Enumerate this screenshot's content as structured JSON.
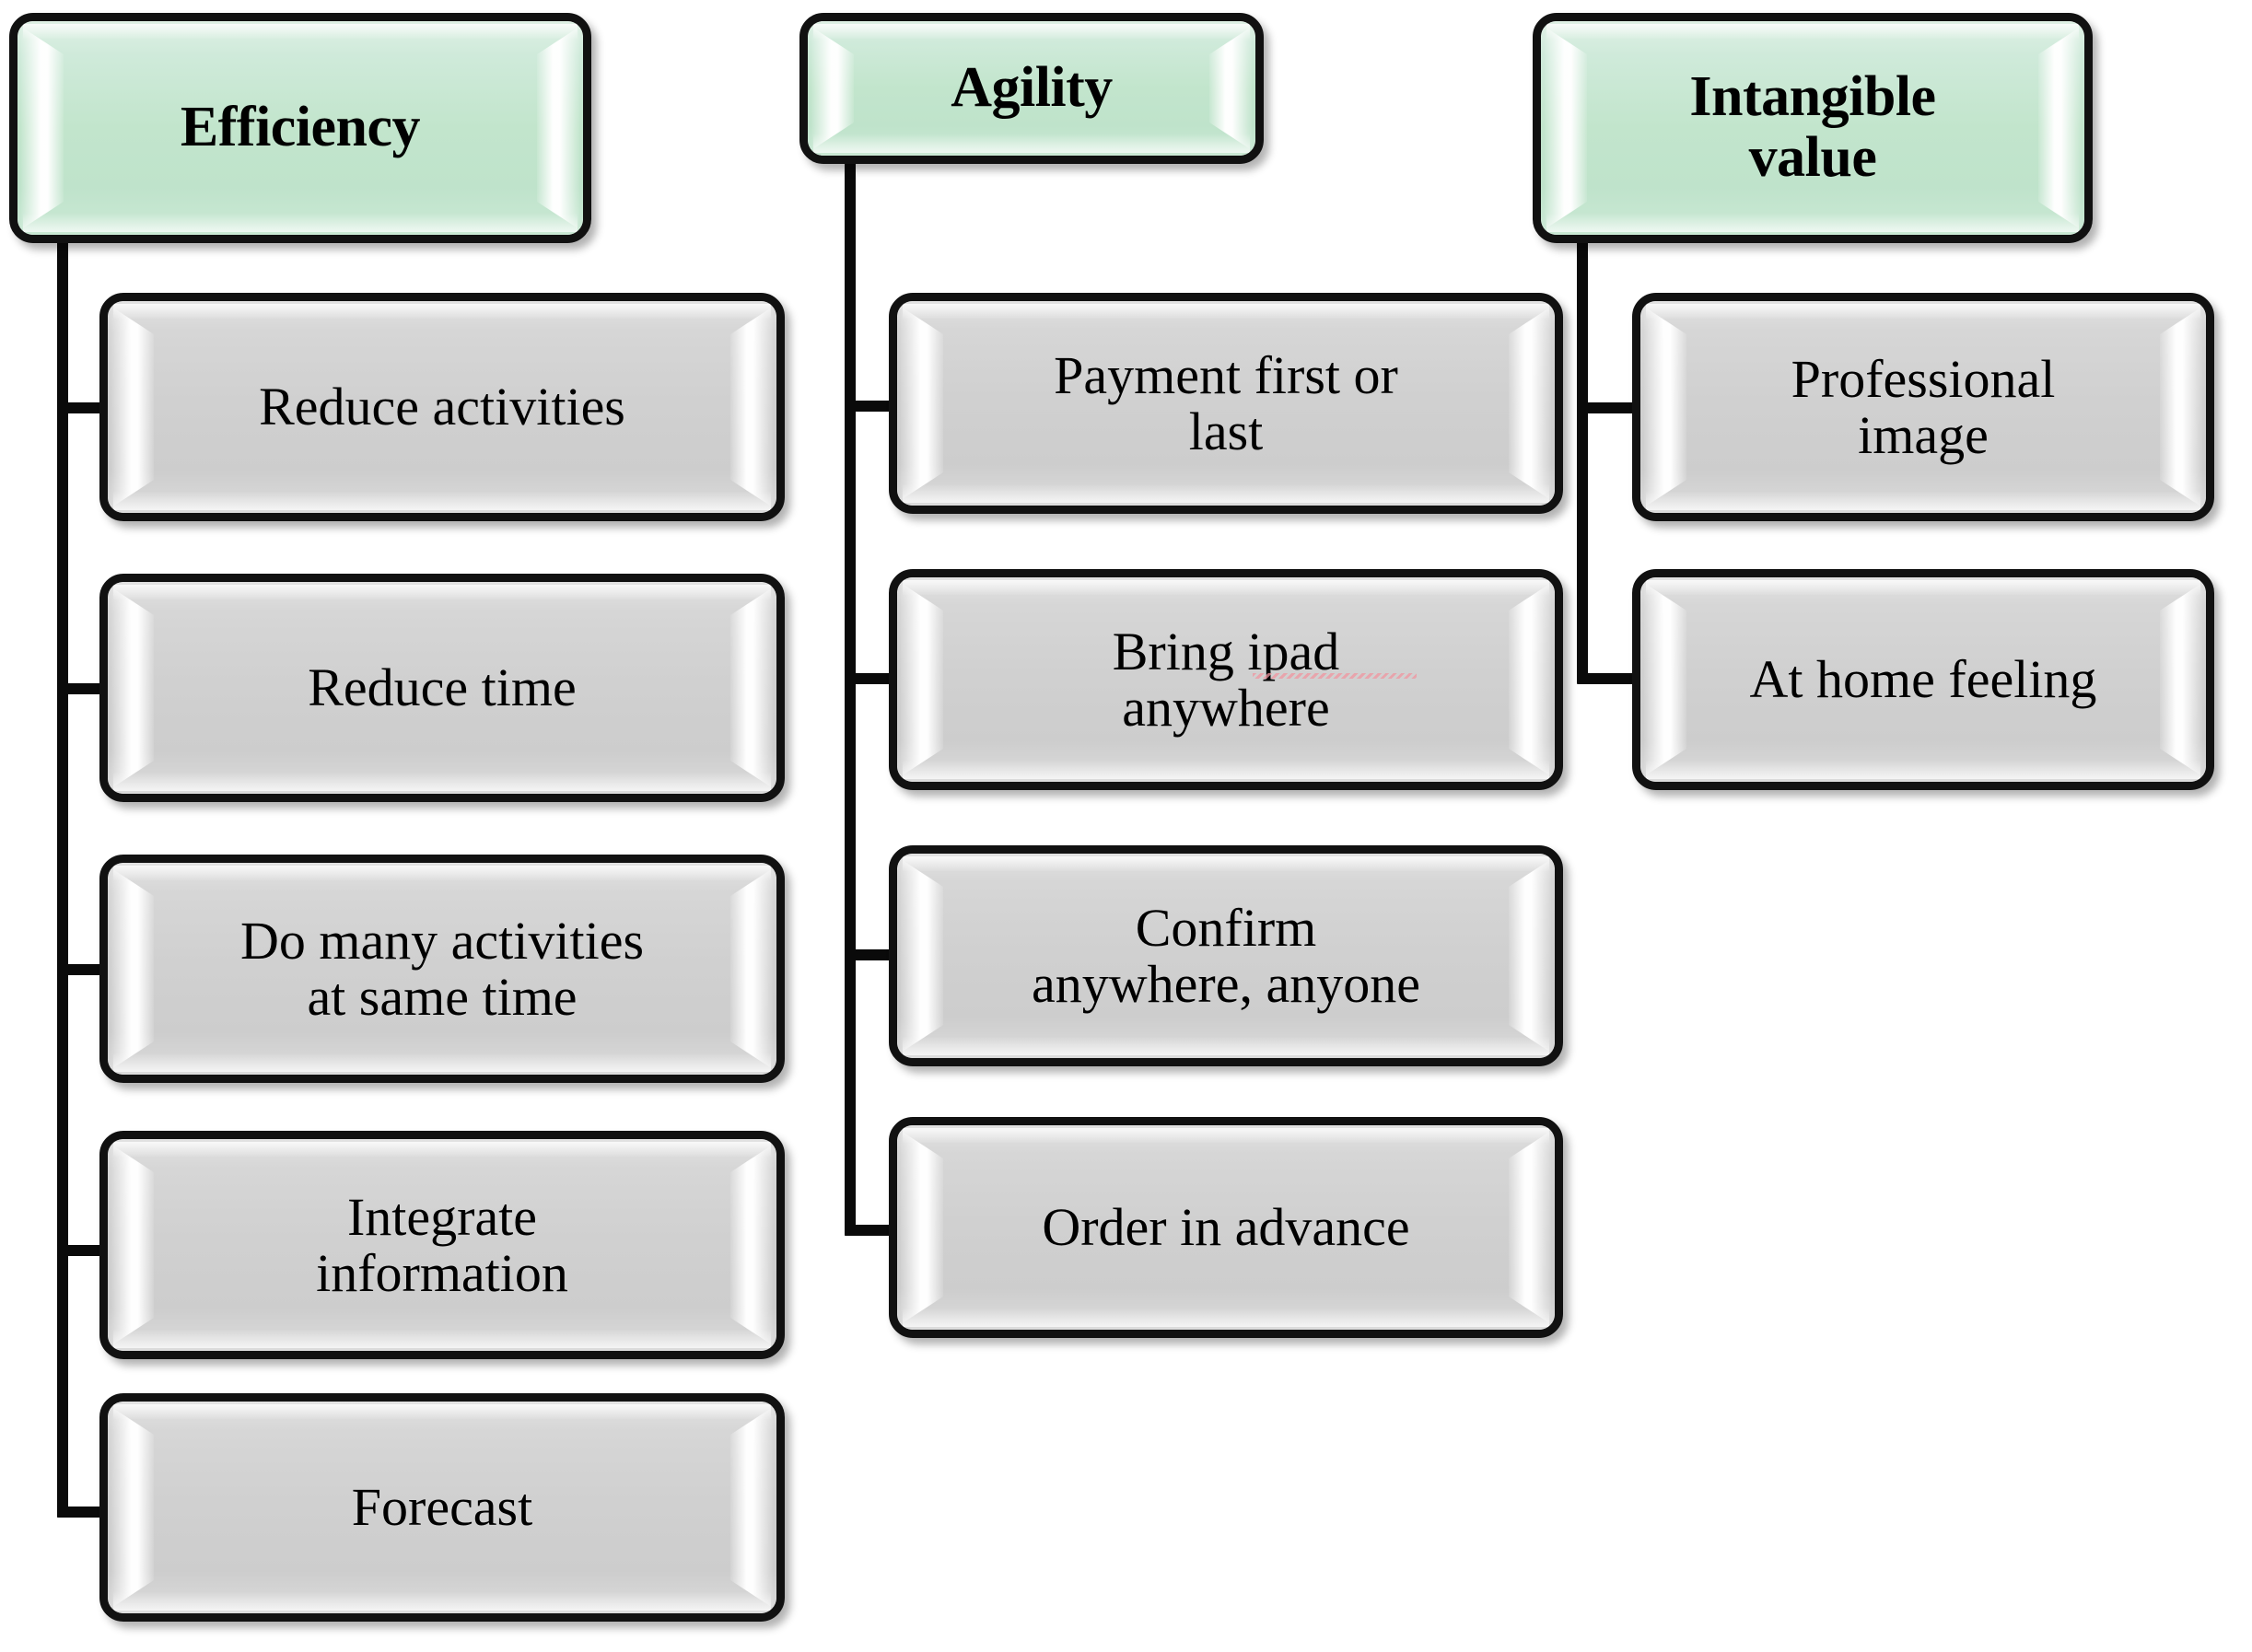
{
  "diagram": {
    "type": "hierarchy-tree",
    "orientation": "three-column-top-down",
    "background_color": "#ffffff",
    "header_fill_color": "#c2e5cc",
    "child_fill_color": "#d0d0d0",
    "border_color": "#111111",
    "connector_color": "#0a0a0a"
  },
  "columns": [
    {
      "id": "efficiency",
      "header": {
        "label": "Efficiency"
      },
      "children": [
        {
          "label": "Reduce activities"
        },
        {
          "label": "Reduce time"
        },
        {
          "label": "Do many activities\nat same time"
        },
        {
          "label": "Integrate\ninformation"
        },
        {
          "label": "Forecast"
        }
      ]
    },
    {
      "id": "agility",
      "header": {
        "label": "Agility"
      },
      "children": [
        {
          "label": "Payment first or\nlast"
        },
        {
          "label": "Bring ipad\nanywhere"
        },
        {
          "label": "Confirm\nanywhere, anyone"
        },
        {
          "label": "Order in advance"
        }
      ]
    },
    {
      "id": "intangible-value",
      "header": {
        "label": "Intangible\nvalue"
      },
      "children": [
        {
          "label": "Professional\nimage"
        },
        {
          "label": "At home feeling"
        }
      ]
    }
  ]
}
